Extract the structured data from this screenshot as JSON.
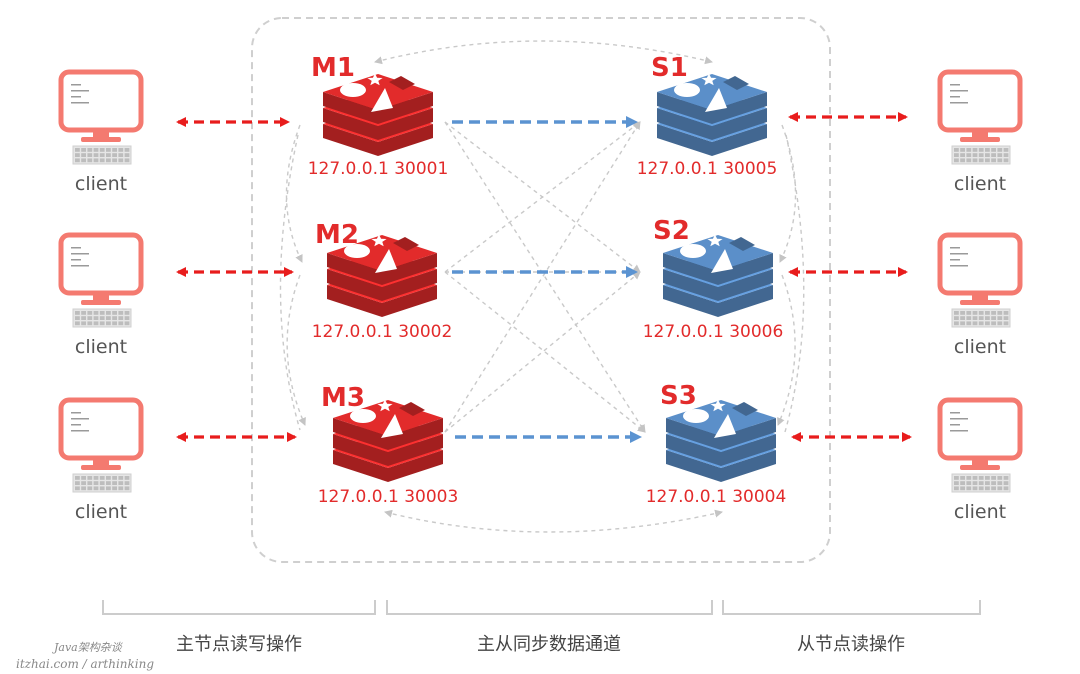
{
  "colors": {
    "master": "#e22b2b",
    "slave": "#5b8fc9",
    "client": "#f47a70",
    "sync_arrow": "#5b93d1",
    "client_arrow": "#e81c1c",
    "gossip": "#bbbbbb"
  },
  "client_label": "client",
  "masters": [
    {
      "name": "M1",
      "addr": "127.0.0.1 30001"
    },
    {
      "name": "M2",
      "addr": "127.0.0.1 30002"
    },
    {
      "name": "M3",
      "addr": "127.0.0.1 30003"
    }
  ],
  "slaves": [
    {
      "name": "S1",
      "addr": "127.0.0.1 30005"
    },
    {
      "name": "S2",
      "addr": "127.0.0.1 30006"
    },
    {
      "name": "S3",
      "addr": "127.0.0.1 30004"
    }
  ],
  "sections": {
    "left": "主节点读写操作",
    "middle": "主从同步数据通道",
    "right": "从节点读操作"
  },
  "watermark": {
    "line1": "Java架构杂谈",
    "line2": "itzhai.com / arthinking"
  }
}
